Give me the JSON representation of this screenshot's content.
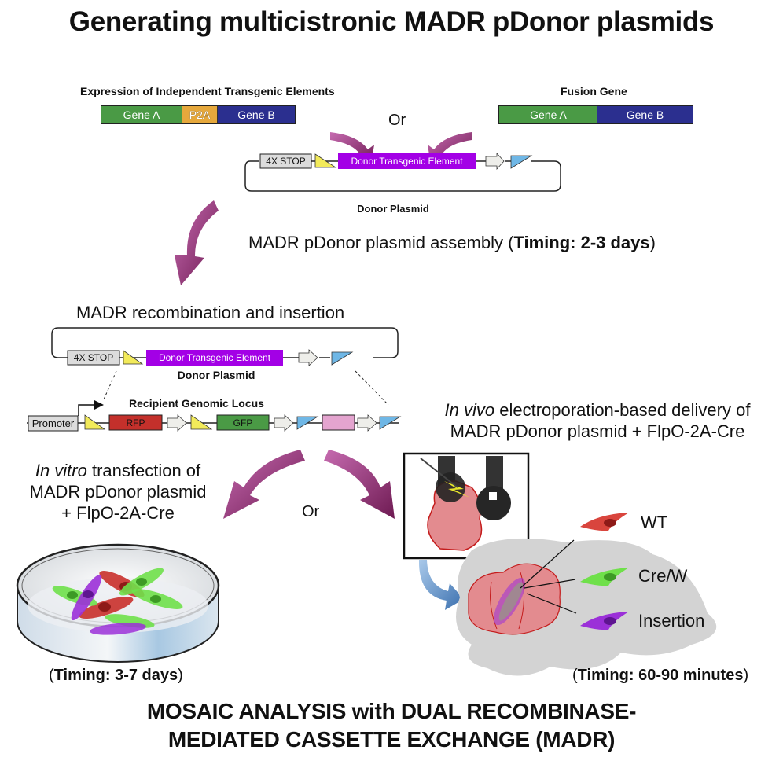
{
  "title": "Generating multicistronic MADR pDonor plasmids",
  "top_left": {
    "heading": "Expression of Independent Transgenic Elements",
    "segments": [
      {
        "label": "Gene A",
        "color": "#4a9a45"
      },
      {
        "label": "P2A",
        "color": "#e6a83c"
      },
      {
        "label": "Gene B",
        "color": "#2b2f8f"
      }
    ]
  },
  "top_right": {
    "heading": "Fusion Gene",
    "segments": [
      {
        "label": "Gene A",
        "color": "#4a9a45"
      },
      {
        "label": "Gene B",
        "color": "#2b2f8f"
      }
    ]
  },
  "or_label": "Or",
  "donor_plasmid_1": {
    "stop_label": "4X STOP",
    "element_label": "Donor Transgenic Element",
    "caption": "Donor Plasmid"
  },
  "assembly_step": {
    "text": "MADR pDonor plasmid assembly (",
    "timing": "Timing: 2-3 days",
    "close": ")"
  },
  "recombination": {
    "heading": "MADR recombination and insertion",
    "donor": {
      "stop_label": "4X STOP",
      "element_label": "Donor Transgenic Element",
      "caption": "Donor Plasmid"
    },
    "locus": {
      "caption": "Recipient Genomic Locus",
      "promoter_label": "Promoter",
      "rfp_label": "RFP",
      "gfp_label": "GFP"
    }
  },
  "colors": {
    "loxp_yellow": "#f2ea5a",
    "frt_blue": "#6fb7e6",
    "donor_purple": "#a300e6",
    "rfp_red": "#c4302b",
    "gfp_green": "#4a9a45",
    "pink_box": "#e4a4cf",
    "arrow_magenta": "#8e2a6e"
  },
  "in_vitro": {
    "line1_italic": "In vitro",
    "line1_rest": " transfection of",
    "line2": "MADR pDonor plasmid",
    "line3": "+ FlpO-2A-Cre",
    "timing_open": "(",
    "timing": "Timing: 3-7 days",
    "timing_close": ")"
  },
  "in_vivo": {
    "line1_italic": "In vivo",
    "line1_rest": " electroporation-based delivery of",
    "line2": "MADR pDonor plasmid + FlpO-2A-Cre",
    "timing_open": "(",
    "timing": "Timing: 60-90 minutes",
    "timing_close": ")"
  },
  "legend": [
    {
      "label": "WT",
      "color": "#d9453d"
    },
    {
      "label": "Cre/W",
      "color": "#6fe04a"
    },
    {
      "label": "Insertion",
      "color": "#9b30d8"
    }
  ],
  "footer": {
    "line1": "MOSAIC ANALYSIS with DUAL RECOMBINASE-",
    "line2": "MEDIATED CASSETTE EXCHANGE (MADR)"
  }
}
